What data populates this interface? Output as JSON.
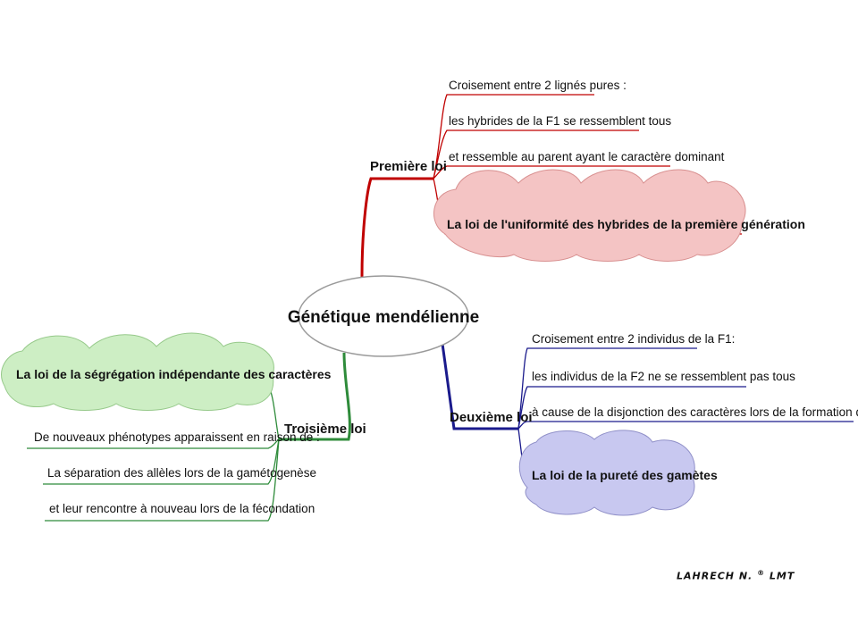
{
  "center": {
    "label": "Génétique mendélienne"
  },
  "branches": {
    "first": {
      "label": "Première loi",
      "color": "#c00000",
      "cloud_color": "#f4c4c4",
      "lines": [
        "Croisement entre 2 lignés pures :",
        "les hybrides de la F1 se ressemblent tous",
        "et ressemble au parent ayant le caractère dominant"
      ],
      "law": "La loi de l'uniformité des hybrides de la première génération"
    },
    "second": {
      "label": "Deuxième loi",
      "color": "#1a1a8c",
      "cloud_color": "#c8c8f0",
      "lines": [
        "Croisement entre 2 individus de la F1:",
        "les individus de la F2 ne se ressemblent pas tous",
        "à cause de  la disjonction des caractères lors de la formation des gamètes"
      ],
      "law": "La loi de la pureté des gamètes"
    },
    "third": {
      "label": "Troisième loi",
      "color": "#2e8b3a",
      "cloud_color": "#cdeec4",
      "lines": [
        "De nouveaux phénotypes apparaissent en raison de :",
        "La séparation des allèles lors de la gamétogenèse",
        "et leur rencontre à nouveau lors de la fécondation"
      ],
      "law": "La loi de la ségrégation indépendante des caractères"
    }
  },
  "signature": {
    "author": "LAHRECH N.",
    "mark": "®",
    "suffix": "LMT"
  }
}
